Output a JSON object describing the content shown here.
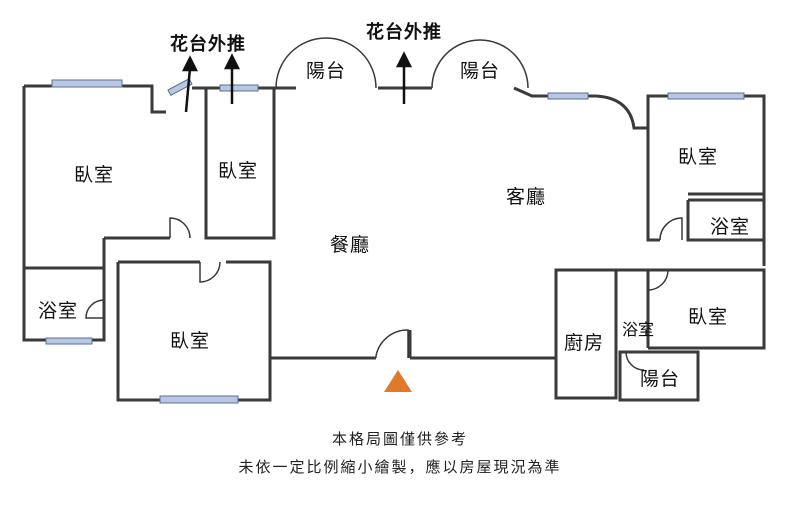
{
  "labels": {
    "planter_push_out_left": "花台外推",
    "planter_push_out_center": "花台外推",
    "balcony_top_left": "陽台",
    "balcony_top_right": "陽台",
    "bedroom_northwest": "臥室",
    "bedroom_north_small": "臥室",
    "living_room": "客廳",
    "dining_room": "餐廳",
    "bedroom_east": "臥室",
    "bathroom_east": "浴室",
    "bathroom_west": "浴室",
    "bedroom_southwest": "臥室",
    "kitchen": "廚房",
    "bathroom_south": "浴室",
    "bedroom_southeast": "臥室",
    "balcony_south": "陽台"
  },
  "disclaimer": {
    "line1": "本格局圖僅供參考",
    "line2": "未依一定比例縮小繪製，應以房屋現況為準"
  },
  "colors": {
    "wall": "#3a3a3a",
    "window": "#7f9bc4",
    "entrance_marker": "#e07a2a",
    "background": "#ffffff"
  }
}
